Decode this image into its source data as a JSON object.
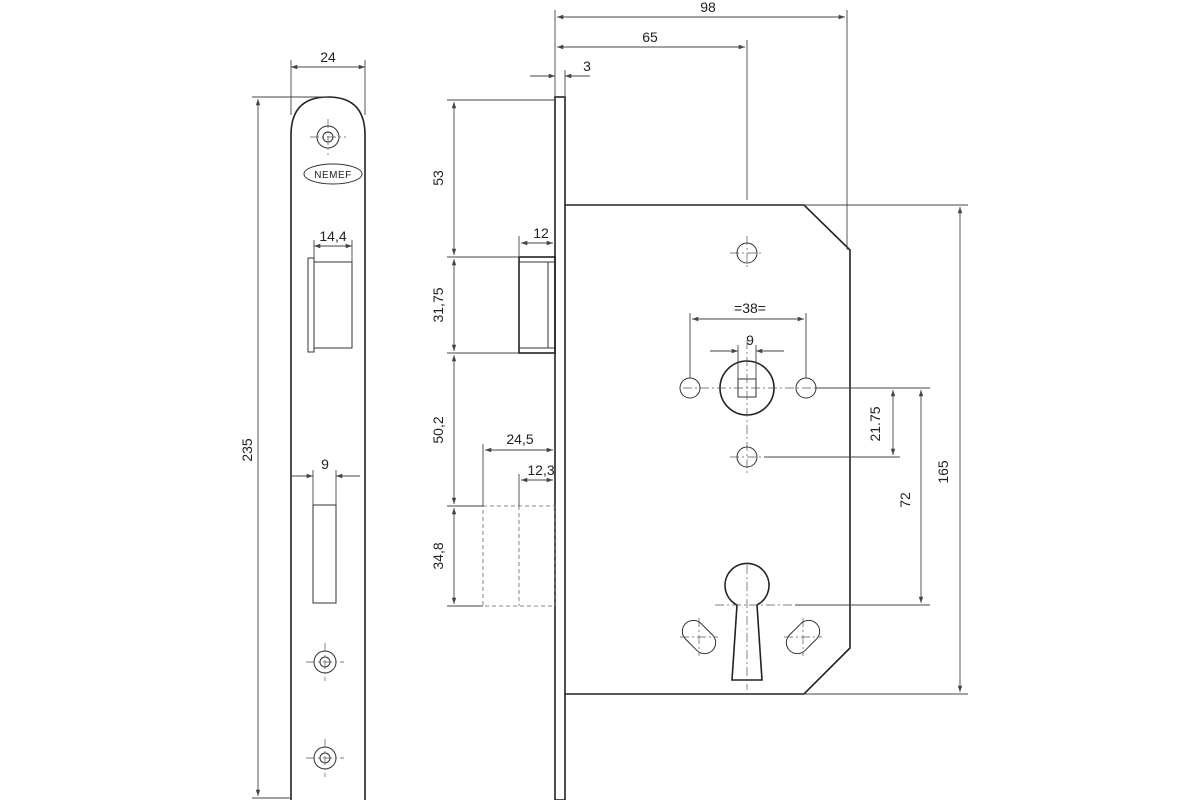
{
  "brand_logo_text": "NEMEF",
  "faceplate": {
    "width_label": "24",
    "height_label": "235",
    "latch_window_label": "14,4",
    "bolt_window_label": "9"
  },
  "side_view": {
    "overall_label": "98",
    "backset_label": "65",
    "plate_thickness_label": "3",
    "top_to_latch_label": "53",
    "latch_height_label": "31,75",
    "latch_to_bolt_label": "50,2",
    "bolt_height_label": "34,8",
    "latch_projection_label": "12",
    "bolt_throw_label": "24,5",
    "bolt_inner_label": "12,3",
    "follower_spacing_label": "=38=",
    "follower_square_label": "9",
    "spindle_offset_label": "21.75",
    "spindle_to_cylinder_label": "72",
    "case_height_label": "165"
  }
}
